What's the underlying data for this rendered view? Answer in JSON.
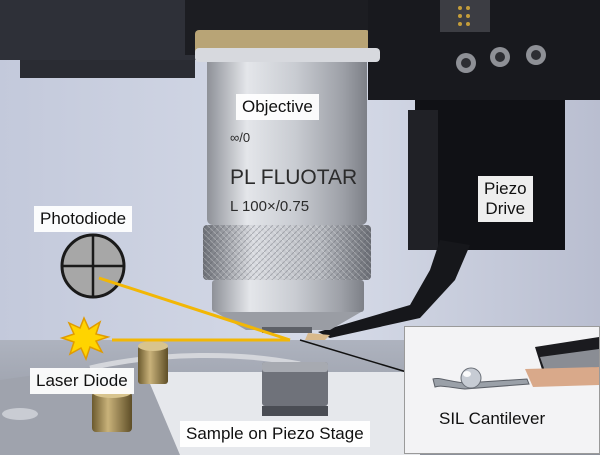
{
  "labels": {
    "objective": "Objective",
    "photodiode": "Photodiode",
    "piezo_drive_line1": "Piezo",
    "piezo_drive_line2": "Drive",
    "laser_diode": "Laser Diode",
    "sample_stage": "Sample on Piezo Stage",
    "sil_cantilever": "SIL Cantilever"
  },
  "lens_markings": {
    "infinity": "∞/0",
    "model": "PL FLUOTAR",
    "spec": "L 100×/0.75"
  },
  "colors": {
    "background": "#c9cfe0",
    "laser_beam": "#f2b705",
    "laser_burst": "#ffd400",
    "photodiode_fill": "#a7a7a7",
    "pointer_line": "#111111"
  }
}
